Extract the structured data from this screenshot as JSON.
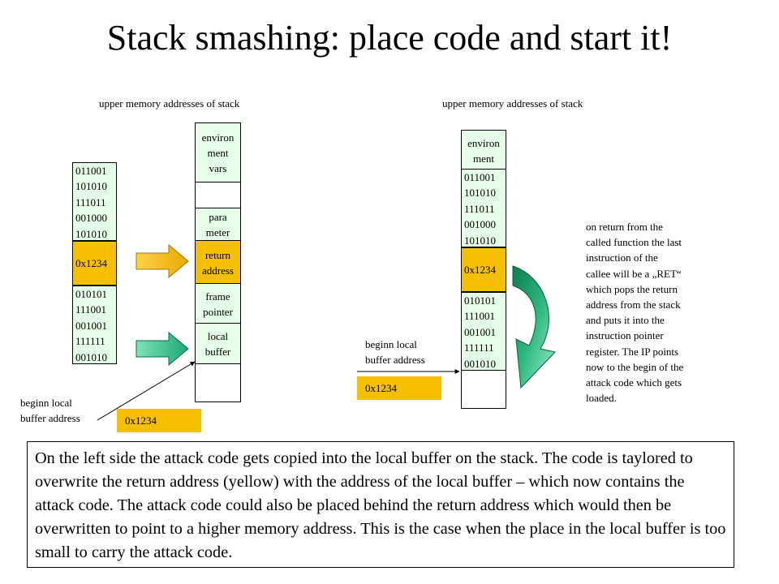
{
  "title": "Stack smashing: place code and start it!",
  "left": {
    "caption": "upper memory addresses of stack",
    "code_top": [
      "011001",
      "101010",
      "111011",
      "001000",
      "101010"
    ],
    "code_addr": "0x1234",
    "code_bottom": [
      "010101",
      "111001",
      "001001",
      "111111",
      "001010"
    ],
    "stack": [
      {
        "label": "environ\nment\nvars"
      },
      {
        "label": ""
      },
      {
        "label": "para\nmeter"
      },
      {
        "label": "return\naddress"
      },
      {
        "label": "frame\npointer"
      },
      {
        "label": "local\nbuffer"
      },
      {
        "label": ""
      }
    ],
    "buffer_label": "beginn local\nbuffer address",
    "buffer_addr": "0x1234"
  },
  "right": {
    "caption": "upper memory addresses of stack",
    "stack_env": "environ\nment",
    "code_top": [
      "011001",
      "101010",
      "111011",
      "001000",
      "101010"
    ],
    "code_addr": "0x1234",
    "code_bottom": [
      "010101",
      "111001",
      "001001",
      "111111",
      "001010"
    ],
    "buffer_label": "beginn local\nbuffer address",
    "buffer_addr": "0x1234",
    "explanation": "on return from the\ncalled function the last\ninstruction of the\ncallee will be a „RET“\nwhich pops the return\naddress from the stack\nand puts it into the\ninstruction pointer\nregister. The IP points\nnow to the begin of the\nattack code which gets\nloaded."
  },
  "summary": "On the left side the attack code gets copied into the local buffer on the stack. The code is taylored to overwrite the return address (yellow) with the address of the local buffer – which now contains the attack code. The attack code could also be placed behind the return address which would then be overwritten to point to a higher memory address. This is the case when the place in the local buffer is too small to carry the attack code.",
  "colors": {
    "yellow": "#f5c000",
    "green_box": "#e6ffe8",
    "green_arrow": "#2db87f",
    "orange_arrow": "#f2b800"
  }
}
